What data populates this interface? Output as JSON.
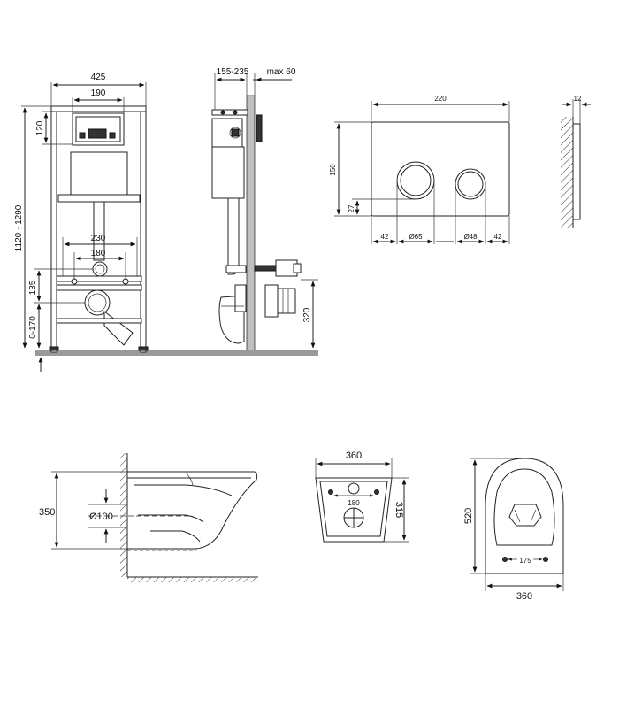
{
  "frame_front": {
    "width_total": "425",
    "width_top": "190",
    "height_top": "120",
    "height_total": "1120 - 1290",
    "width_230": "230",
    "width_180": "180",
    "height_135": "135",
    "height_floor": "0-170"
  },
  "frame_side": {
    "depth_range": "155-235",
    "depth_max": "max 60",
    "height_320": "320"
  },
  "flush_plate": {
    "width": "220",
    "height": "150",
    "thickness": "12",
    "offset_bottom": "27",
    "margin_left": "42",
    "button_large": "Ø65",
    "button_small": "Ø48",
    "margin_right": "42"
  },
  "bowl_side": {
    "height": "350",
    "outlet": "Ø100"
  },
  "bowl_back": {
    "width": "360",
    "height": "315",
    "hole_spacing": "180"
  },
  "bowl_top": {
    "length": "520",
    "width": "360",
    "hole_spacing": "175"
  }
}
